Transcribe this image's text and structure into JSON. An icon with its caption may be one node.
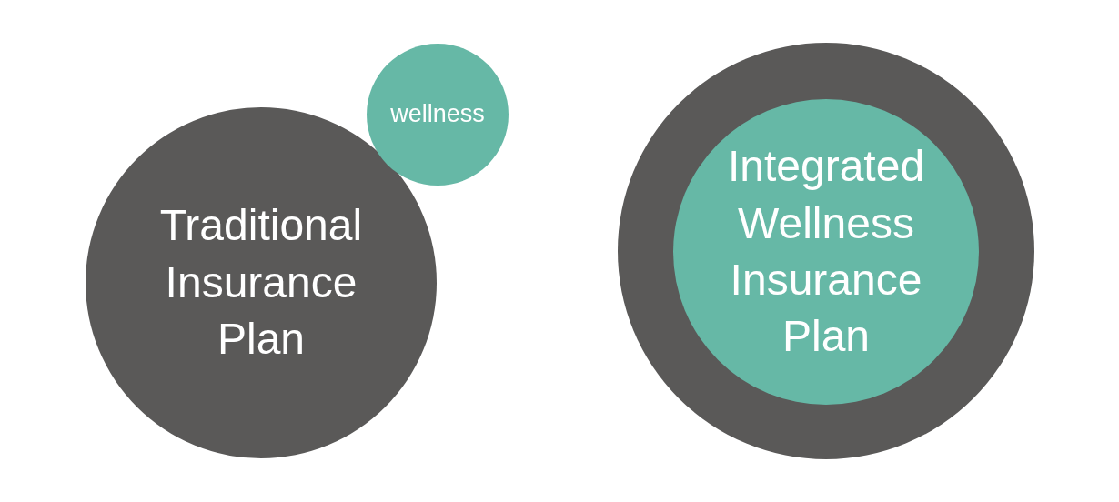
{
  "diagram": {
    "nodes": [
      {
        "text": [
          "Traditional Insurance Plan"
        ]
      },
      {
        "text": [
          "wellness"
        ]
      },
      {
        "text": [],
        "shape": "circle"
      },
      {
        "text": [
          "Integrated Wellness Insurance Plan"
        ],
        "in": 2
      }
    ],
    "edges": []
  }
}
